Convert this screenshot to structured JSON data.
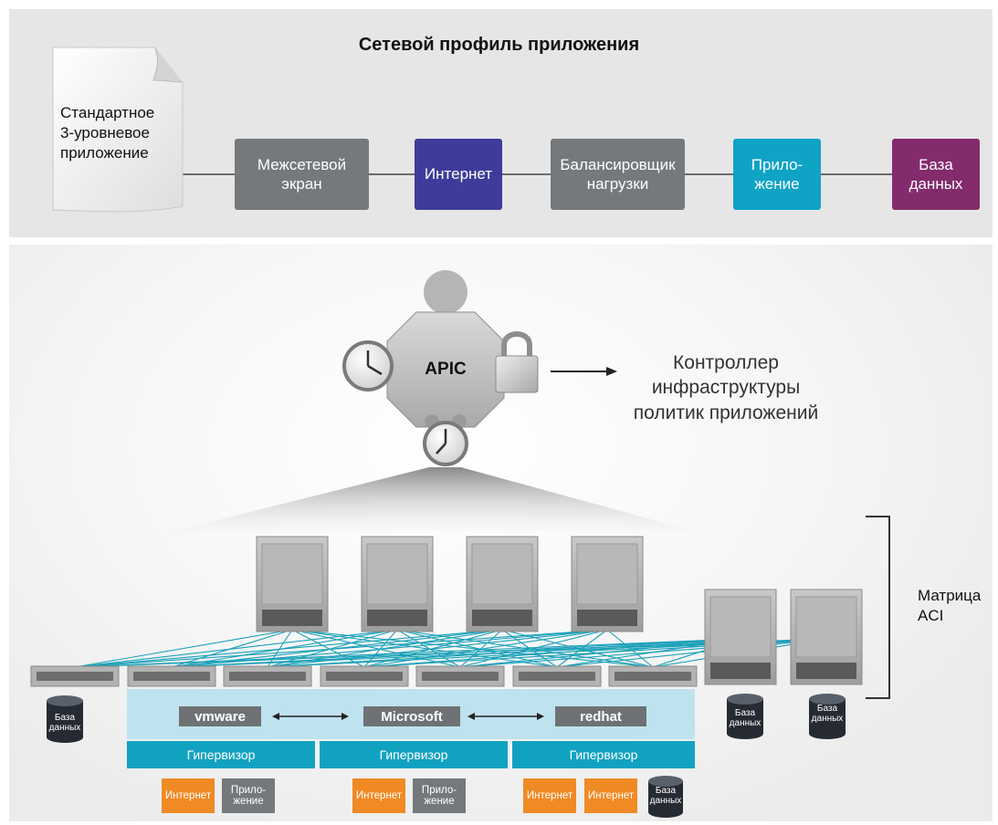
{
  "profile": {
    "title": "Сетевой профиль приложения",
    "document_text": "Стандартное\n3-уровневое\nприложение",
    "tiers": [
      {
        "label": "Межсетевой\nэкран",
        "color": "#75797c"
      },
      {
        "label": "Интернет",
        "color": "#3d3c9a"
      },
      {
        "label": "Балансировщик\nнагрузки",
        "color": "#75797c"
      },
      {
        "label": "Прило-\nжение",
        "color": "#0fa3c6"
      },
      {
        "label": "База\nданных",
        "color": "#832b6c"
      }
    ]
  },
  "apic": {
    "label": "APIC",
    "description": "Контроллер\nинфраструктуры\nполитик приложений"
  },
  "fabric": {
    "label": "Матрица\nACI"
  },
  "hypervisors": [
    {
      "vendor": "vmware",
      "label": "Гипервизор"
    },
    {
      "vendor": "Microsoft",
      "label": "Гипервизор"
    },
    {
      "vendor": "redhat",
      "label": "Гипервизор"
    }
  ],
  "workloads": [
    [
      {
        "label": "Интернет",
        "color": "#f08a24"
      },
      {
        "label": "Прило-\nжение",
        "color": "#75797c"
      }
    ],
    [
      {
        "label": "Интернет",
        "color": "#f08a24"
      },
      {
        "label": "Прило-\nжение",
        "color": "#75797c"
      }
    ],
    [
      {
        "label": "Интернет",
        "color": "#f08a24"
      },
      {
        "label": "Интернет",
        "color": "#f08a24"
      },
      {
        "label": "База\nданных",
        "icon": "database-icon"
      }
    ]
  ],
  "databases": {
    "left": "База\nданных",
    "right1": "База\nданных",
    "right2": "База\nданных"
  },
  "colors": {
    "hypervisor_bar": "#12a2c1",
    "hypervisor_area": "#bfe3ee",
    "fabric_links": "#1aa0b8"
  }
}
